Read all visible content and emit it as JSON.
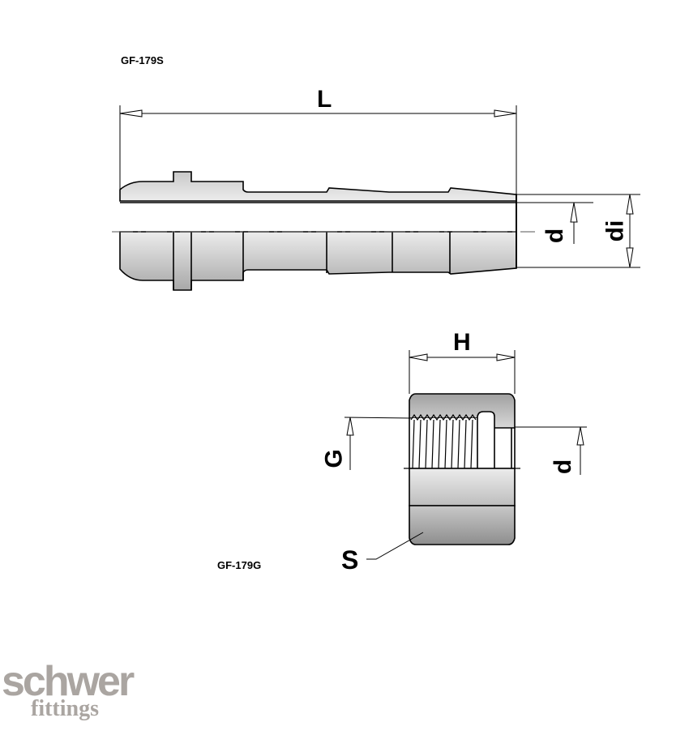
{
  "parts": {
    "stem": {
      "code": "GF-179S",
      "dimensions": {
        "length": "L",
        "inner": "d",
        "outer": "di"
      }
    },
    "nut": {
      "code": "GF-179G",
      "dimensions": {
        "height": "H",
        "thread": "G",
        "bore": "d",
        "wrench": "S"
      }
    }
  },
  "logo": {
    "main": "schwer",
    "sub": "fittings"
  },
  "colors": {
    "line": "#000000",
    "metal_light": "#e6e6e6",
    "metal_dark": "#9a9a9a",
    "logo": "#aaa5a1"
  }
}
